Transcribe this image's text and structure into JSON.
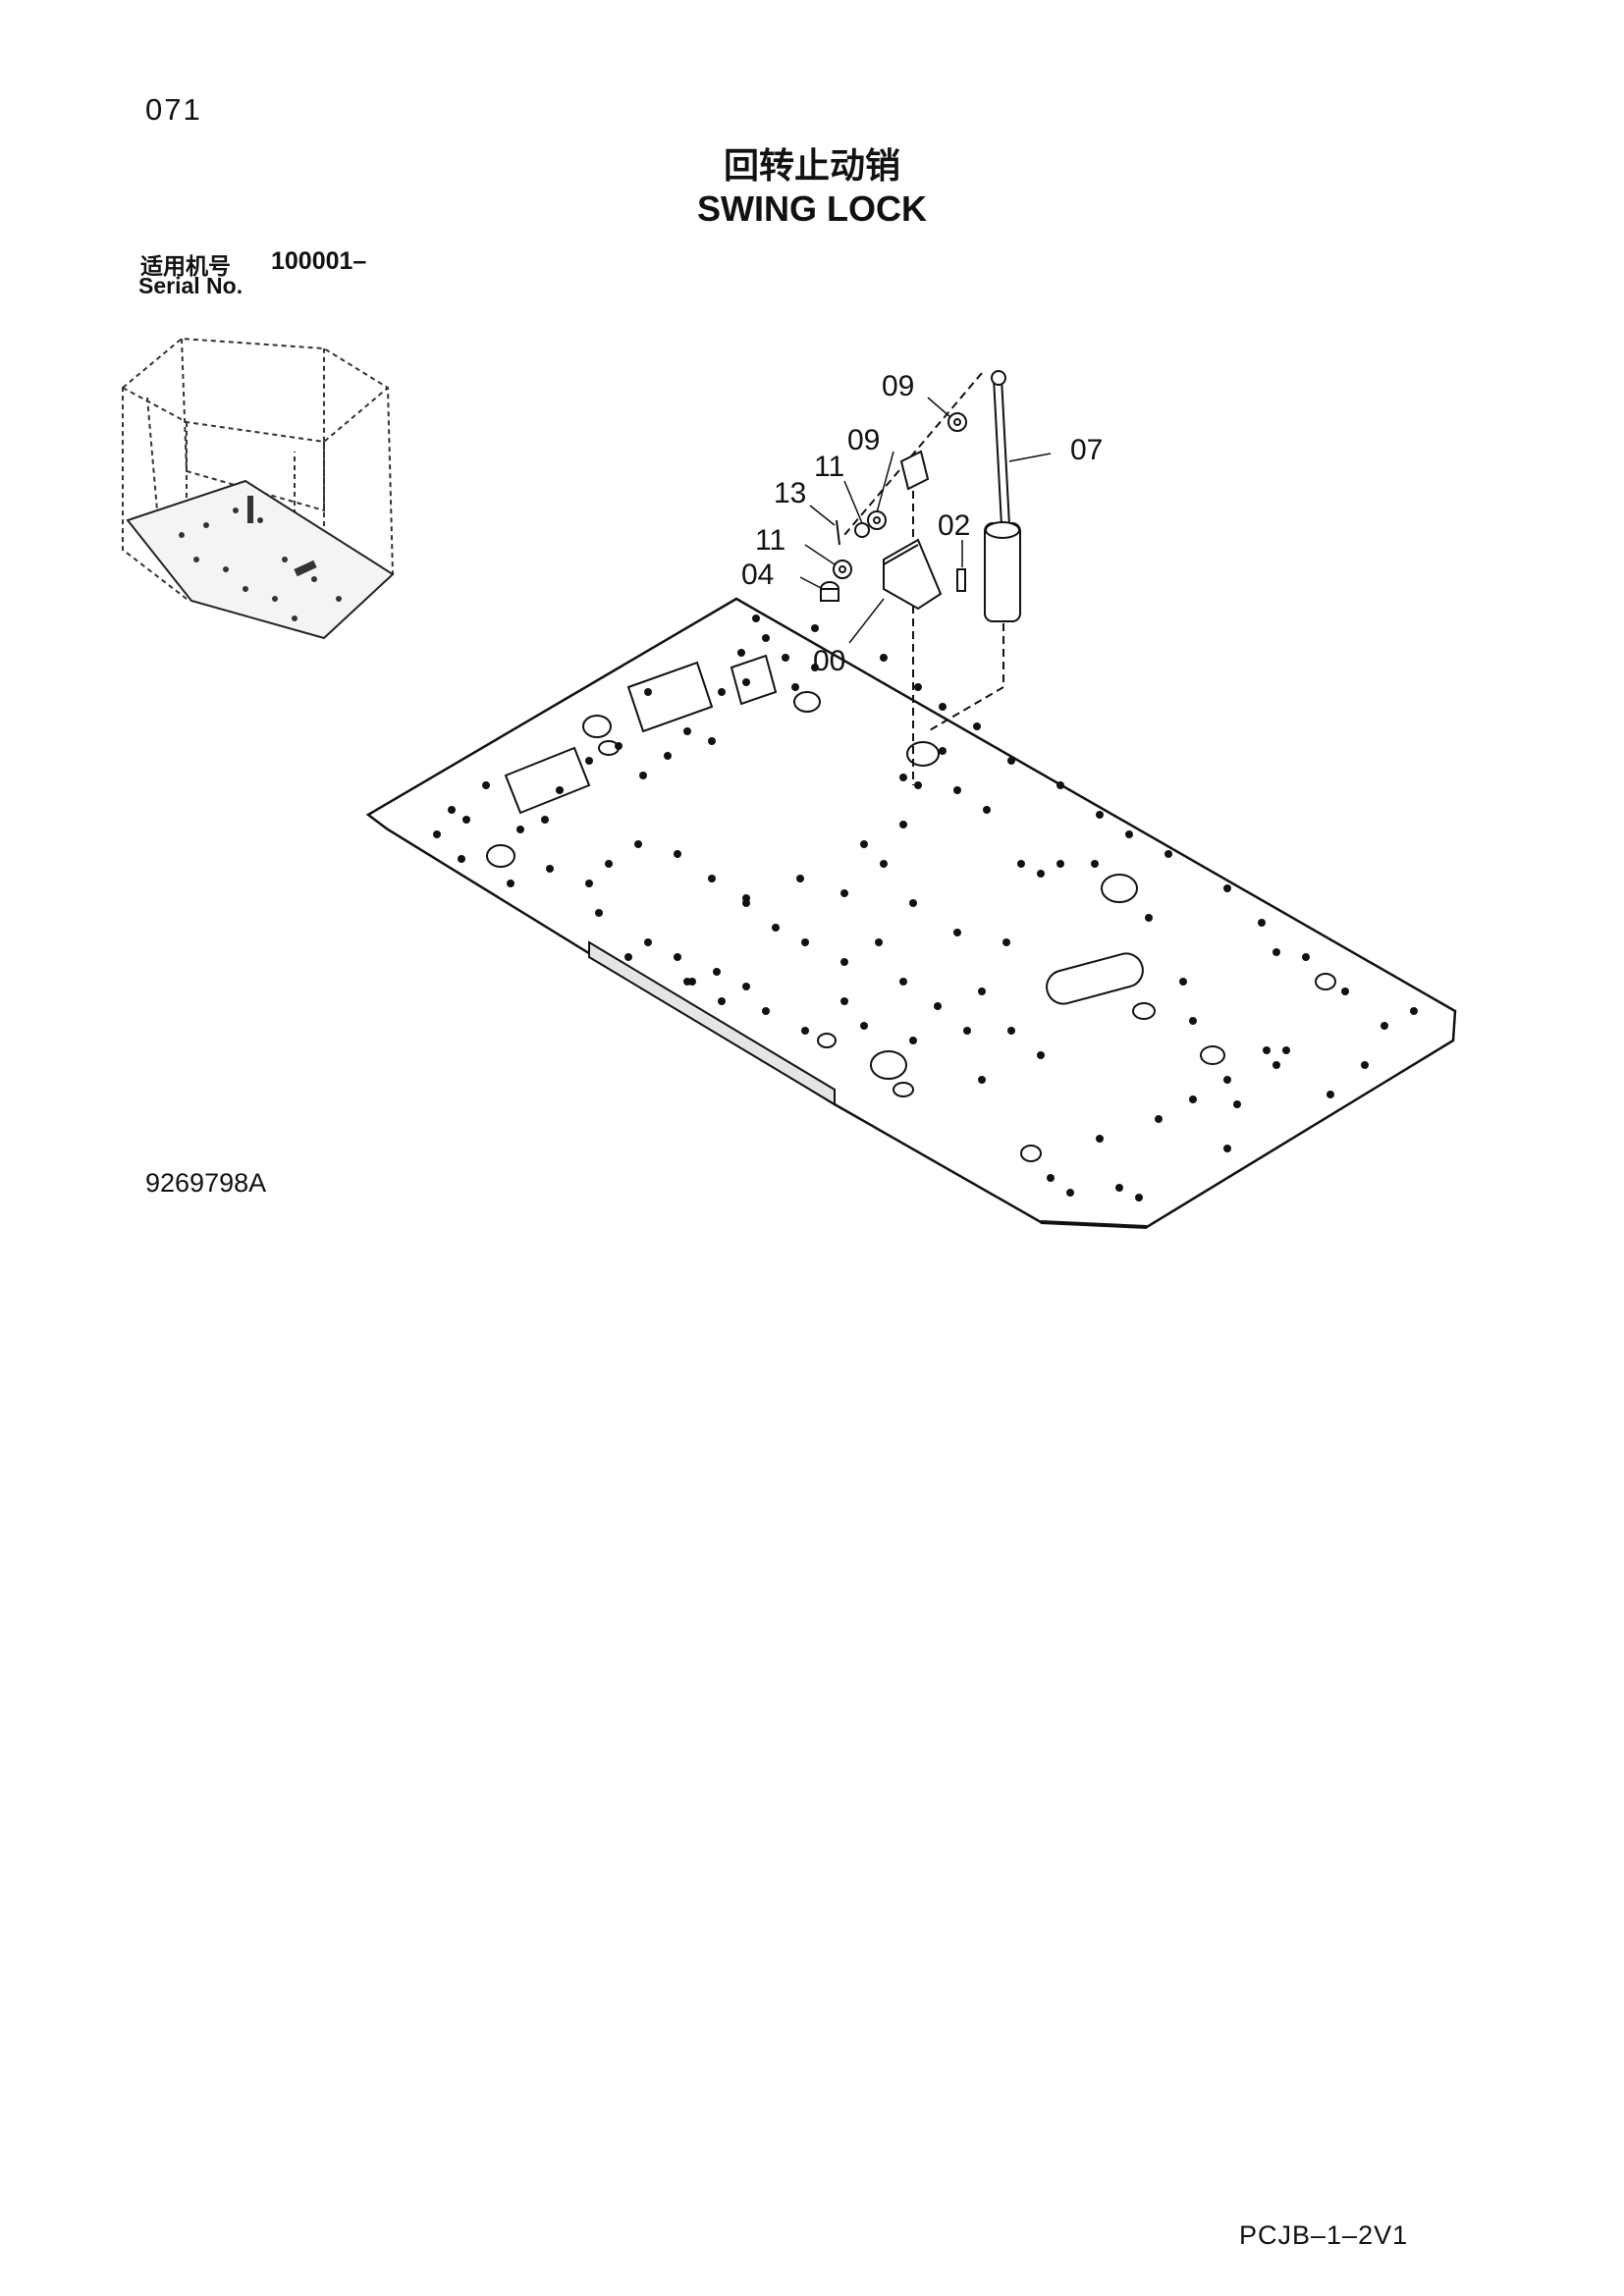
{
  "page": {
    "number": "071",
    "title_cn": "回转止动销",
    "title_en": "SWING LOCK",
    "serial_label_cn": "适用机号",
    "serial_number": "100001–",
    "serial_label_en": "Serial No.",
    "figure_code": "9269798A",
    "doc_code": "PCJB–1–2V1"
  },
  "callouts": [
    "09",
    "09",
    "07",
    "11",
    "13",
    "02",
    "11",
    "04",
    "00"
  ]
}
